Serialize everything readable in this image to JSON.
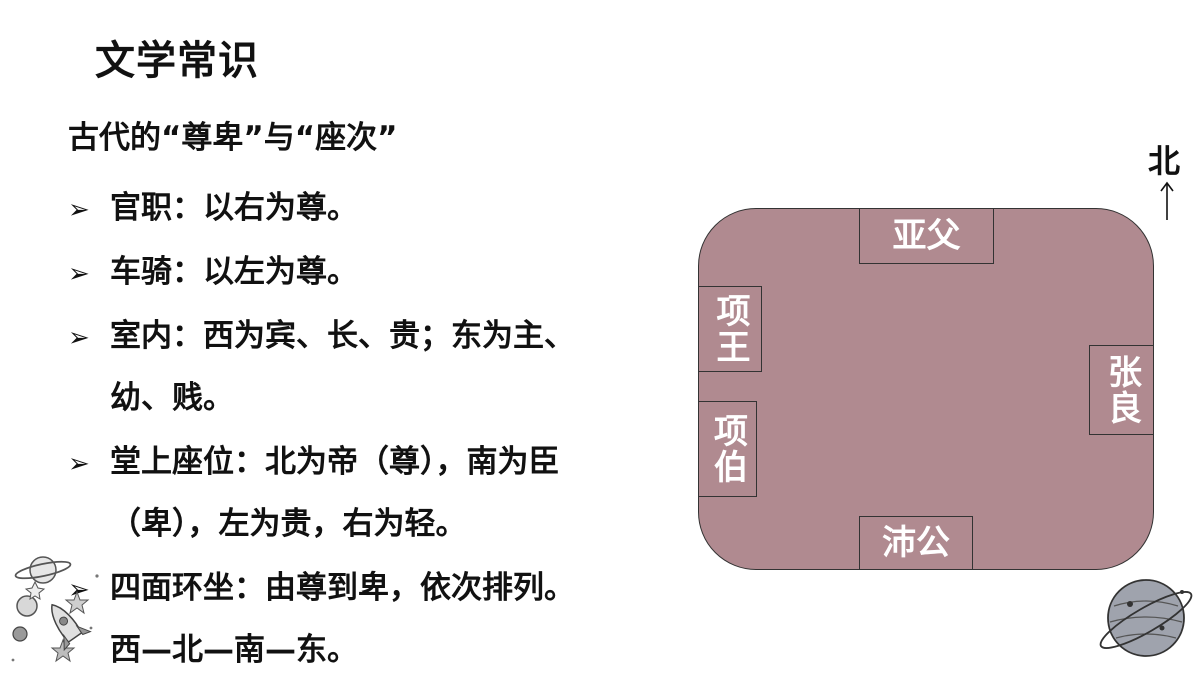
{
  "title": "文学常识",
  "subtitle": "古代的“尊卑”与“座次”",
  "bullets": [
    {
      "lines": [
        "官职：以右为尊。"
      ]
    },
    {
      "lines": [
        "车骑：以左为尊。"
      ]
    },
    {
      "lines": [
        "室内：西为宾、长、贵；东为主、",
        "幼、贱。"
      ]
    },
    {
      "lines": [
        "堂上座位：北为帝（尊），南为臣",
        "（卑），左为贵，右为轻。"
      ]
    },
    {
      "lines": [
        "四面环坐：由尊到卑，依次排列。",
        "西—北—南—东。"
      ]
    }
  ],
  "diagram": {
    "north_label": "北",
    "north_arrow": "↑",
    "seats": {
      "top": "亚父",
      "left_upper": "项王",
      "left_lower": "项伯",
      "right": "张良",
      "bottom": "沛公"
    }
  },
  "colors": {
    "table_fill": "#b08a90",
    "seat_text": "#ffffff",
    "text": "#111111"
  },
  "icons": {
    "bullet": "arrowhead-bullet-icon",
    "decoration_left": "space-rocket-planet-icon",
    "decoration_right": "planet-icon"
  }
}
